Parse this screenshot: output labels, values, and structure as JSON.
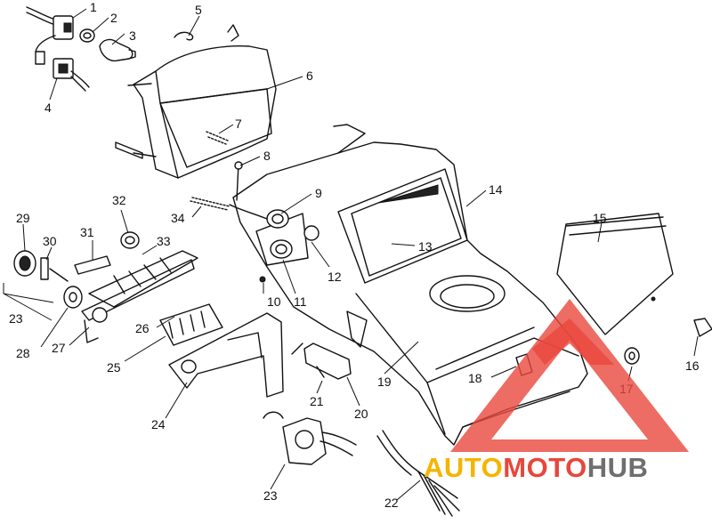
{
  "diagram": {
    "callouts": [
      "1",
      "2",
      "3",
      "4",
      "5",
      "6",
      "7",
      "8",
      "9",
      "10",
      "11",
      "12",
      "13",
      "14",
      "15",
      "16",
      "17",
      "18",
      "19",
      "20",
      "21",
      "22",
      "23",
      "23",
      "24",
      "25",
      "26",
      "27",
      "28",
      "29",
      "30",
      "31",
      "32",
      "33",
      "34"
    ]
  },
  "watermark": {
    "text_auto": "AUTO",
    "text_moto": "MOTO",
    "text_hub": "HUB",
    "color_auto": "#f5b400",
    "color_moto": "#e8473c",
    "color_hub": "#6f6f6f",
    "triangle_color": "#e8473c"
  }
}
